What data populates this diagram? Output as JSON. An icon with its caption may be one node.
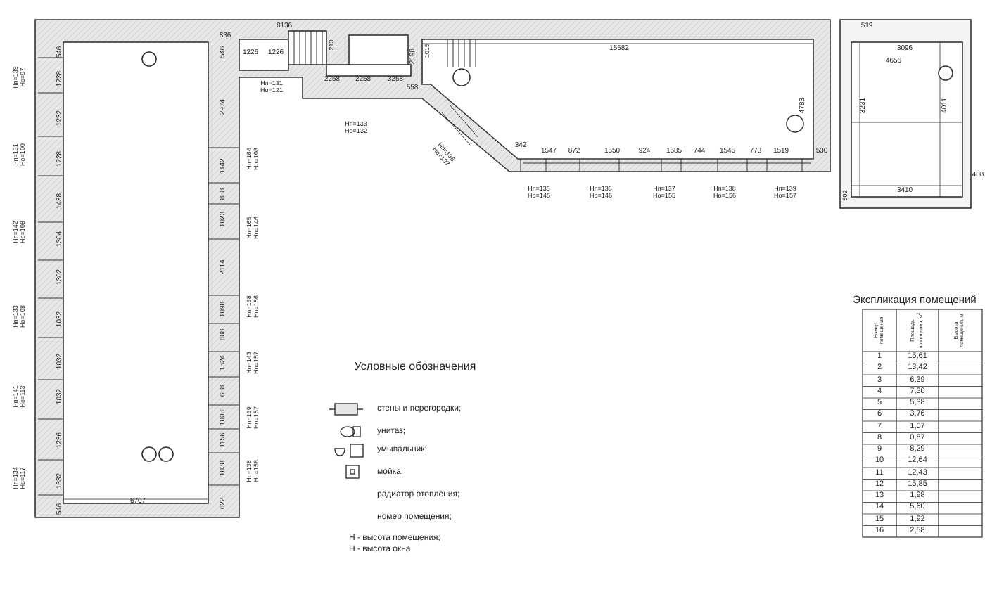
{
  "diagram": {
    "labels": [
      "546",
      "1228",
      "1232",
      "1228",
      "1438",
      "1304",
      "1302",
      "1032",
      "1032",
      "1032",
      "1236",
      "1332",
      "546",
      "Нп=139 Но=97",
      "Нп=131 Но=100",
      "Нп=142 Но=108",
      "Нп=133 Но=108",
      "Нп=141 Но=113",
      "Нп=134 Но=117",
      "546",
      "2974",
      "1142",
      "888",
      "1023",
      "2114",
      "1098",
      "608",
      "1524",
      "608",
      "1008",
      "1156",
      "1038",
      "622",
      "Нп=164 Но=108",
      "Нп=165 Но=146",
      "Нп=138 Но=156",
      "Нп=143 Но=157",
      "Нп=139 Но=157",
      "Нп=138 Но=158",
      "6707",
      "8136",
      "836",
      "1226",
      "1226",
      "213",
      "Нп=131 Но=121",
      "2258",
      "2258",
      "3258",
      "2198",
      "558",
      "1015",
      "Нп=133 Но=132",
      "Нп=136 Но=137",
      "15582",
      "4783",
      "342",
      "1547",
      "872",
      "1550",
      "924",
      "1585",
      "744",
      "1545",
      "773",
      "1519",
      "530",
      "Нп=135 Но=145",
      "Нп=136 Но=146",
      "Нп=137 Но=155",
      "Нп=138 Но=156",
      "Нп=139 Но=157",
      "519",
      "3096",
      "4656",
      "3231",
      "4011",
      "3410",
      "408",
      "502",
      "Условные обозначения",
      "Экспликация помещений",
      "Номер помещения",
      "Площадь помещения, м$^{2}$",
      "Высота помещения, м",
      "1",
      "15,61",
      "2",
      "13,42",
      "3",
      "6,39",
      "4",
      "7,30",
      "5",
      "5,38",
      "6",
      "3,76",
      "7",
      "1,07",
      "8",
      "0,87",
      "9",
      "8,29",
      "10",
      "12,64",
      "11",
      "12,43",
      "12",
      "15,85",
      "13",
      "1,98",
      "14",
      "5,60",
      "15",
      "1,92",
      "16",
      "2,58"
    ],
    "legend": [
      {
        "text": "стены и перегородки;"
      },
      {
        "text": "унитаз;"
      },
      {
        "text": "умывальник;"
      },
      {
        "text": "мойка;"
      },
      {
        "text": "радиатор отопления;"
      },
      {
        "text": "номер помещения;"
      },
      {
        "text": "Н - высота помещения;"
      },
      {
        "text": "Н - высота окна"
      }
    ]
  }
}
